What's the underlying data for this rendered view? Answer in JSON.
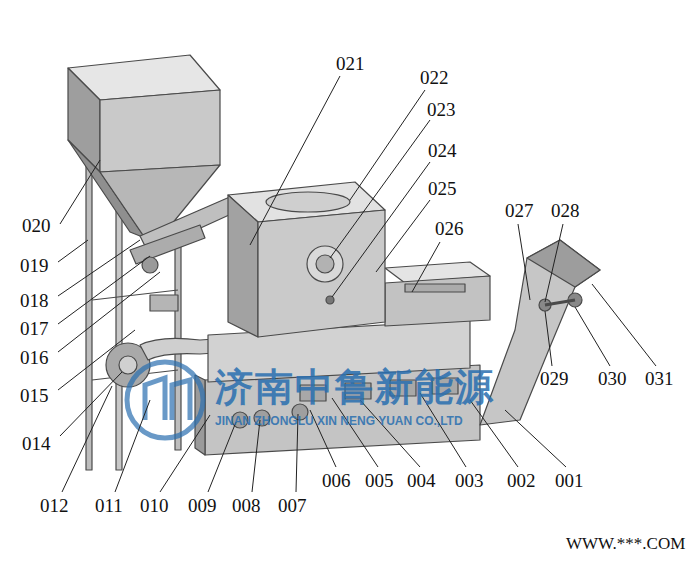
{
  "diagram": {
    "labels": [
      "021",
      "022",
      "023",
      "024",
      "025",
      "026",
      "027",
      "028",
      "020",
      "019",
      "018",
      "017",
      "016",
      "015",
      "014",
      "012",
      "011",
      "010",
      "009",
      "008",
      "007",
      "006",
      "005",
      "004",
      "003",
      "002",
      "001",
      "029",
      "030",
      "031",
      "济南中鲁新能源",
      "JINAN ZHONGLU XIN NENG YUAN CO.,LTD",
      "WWW.***.COM"
    ]
  }
}
